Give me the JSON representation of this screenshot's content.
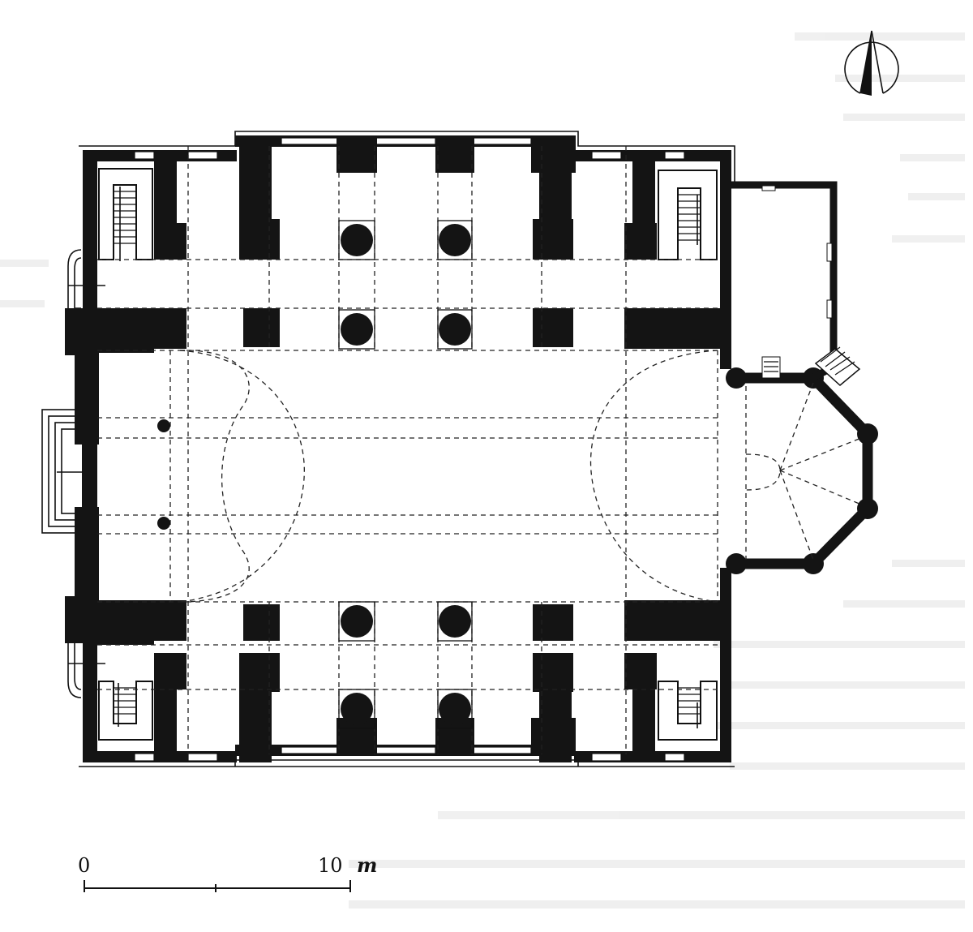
{
  "scale_bar": {
    "start_label": "0",
    "end_label": "10",
    "unit": "m"
  }
}
